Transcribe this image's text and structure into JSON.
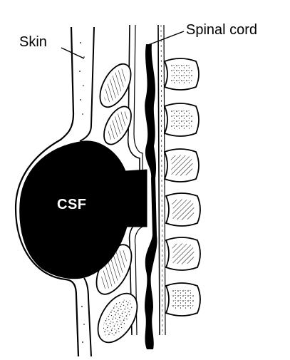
{
  "labels": {
    "skin": "Skin",
    "spinal_cord": "Spinal cord",
    "csf": "CSF"
  },
  "colors": {
    "ink": "#000000",
    "paper": "#ffffff"
  }
}
